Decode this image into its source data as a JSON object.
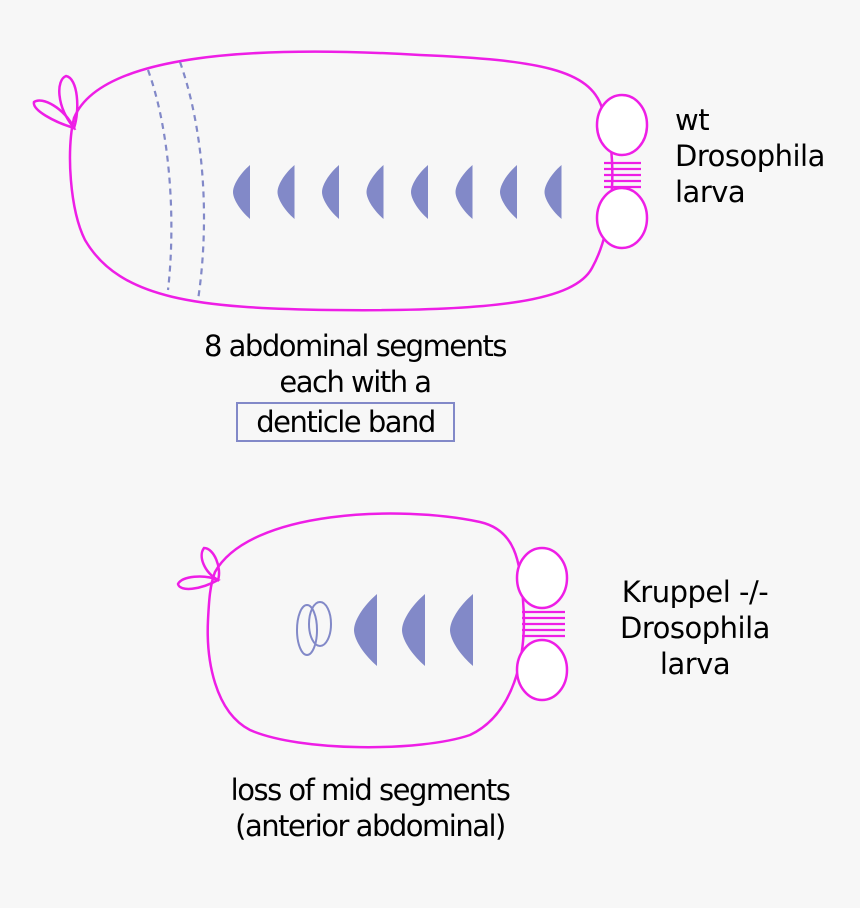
{
  "colors": {
    "background": "#f7f7f7",
    "outline": "#ee1ee6",
    "denticle": "#8289c8",
    "text": "#000000"
  },
  "wild_type": {
    "label_lines": [
      "wt",
      "Drosophila",
      "larva"
    ],
    "caption_lines": [
      "8 abdominal segments",
      "each with a"
    ],
    "boxed_caption": "denticle band",
    "denticle_band_count": 8
  },
  "kruppel": {
    "label_lines": [
      "Kruppel -/-",
      "Drosophila",
      "larva"
    ],
    "caption_lines": [
      "loss of mid segments",
      "(anterior abdominal)"
    ],
    "denticle_band_count": 3
  }
}
